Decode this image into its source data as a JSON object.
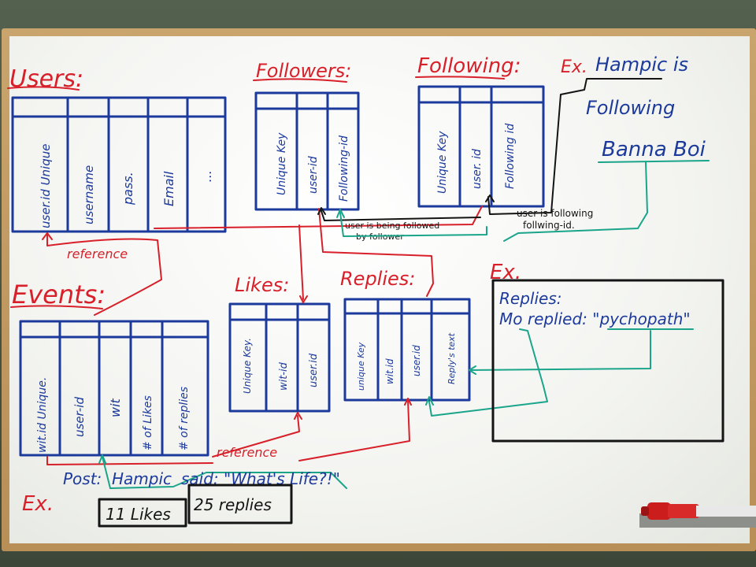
{
  "titles": {
    "users": "Users:",
    "followers": "Followers:",
    "following": "Following:",
    "events": "Events:",
    "likes": "Likes:",
    "replies": "Replies:"
  },
  "tables": {
    "users": [
      "user.id Unique",
      "username",
      "pass.",
      "Email",
      "..."
    ],
    "followers": [
      "Unique Key",
      "user-id",
      "Following-id"
    ],
    "following": [
      "Unique Key",
      "user. id",
      "Following id"
    ],
    "events": [
      "wit.id Unique.",
      "user-id",
      "wit",
      "# of Likes",
      "# of replies"
    ],
    "likes": [
      "Unique Key.",
      "wit-id",
      "user.id"
    ],
    "replies": [
      "unique Key",
      "wit.id",
      "user.id",
      "Reply's text"
    ]
  },
  "annotations": {
    "reference_1": "reference",
    "reference_2": "reference",
    "followed_note_1": "user is being followed",
    "followed_note_2": "by follower",
    "following_note_1": "user is following",
    "following_note_2": "follwing-id."
  },
  "example_following": {
    "ex": "Ex.",
    "line1": "Hampic is",
    "line2": "Following",
    "line3": "Banna Boi"
  },
  "example_replies": {
    "ex": "Ex.",
    "line1": "Replies:",
    "line2": "Mo replied: \"pychopath\""
  },
  "example_post": {
    "ex": "Ex.",
    "post": "Post:",
    "user": "Hampic",
    "said": "said: \"What's Life?!\"",
    "likes": "11 Likes",
    "replies": "25 replies"
  },
  "colors": {
    "red": "#d8202a",
    "blue": "#1c3a9c",
    "black": "#141414",
    "green": "#1aa58a",
    "marker": "#cc1d1d"
  }
}
